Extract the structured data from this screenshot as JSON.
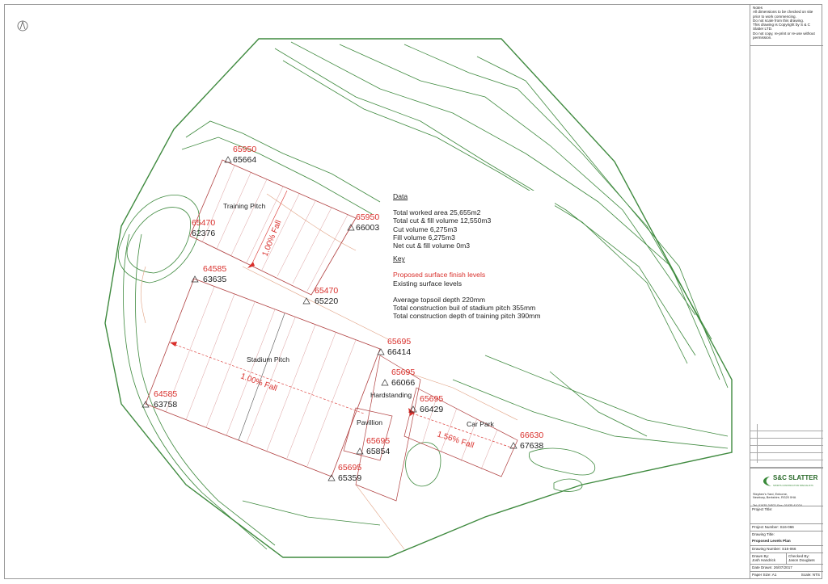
{
  "notes": {
    "title": "Notes",
    "lines": [
      "All dimensions to be checked on site prior to work commencing.",
      "Do not scale from this drawing.",
      "This drawing is Copyright by S & C Slatter LTD.",
      "Do not copy, re-print or re-use without permission."
    ]
  },
  "company": {
    "name": "S&C SLATTER",
    "tagline": "SPORTS CONSTRUCTION SPECIALISTS",
    "address": "Stephen's Yard, Enborne, Newbury, Berkshire, RG20 0HA",
    "contact": "Tel: 01635 34521 Fax: 01635 41024",
    "brand_color": "#3a8a3a"
  },
  "title_block": {
    "project_title_label": "Project Title:",
    "project_number": "Project Number: S16-066",
    "drawing_title_label": "Drawing Title:",
    "drawing_title": "Proposed Levels Plan",
    "drawing_number": "Drawing Number: S16-066",
    "drawn_by_label": "Drawn By:",
    "drawn_by": "Josh Handrick",
    "checked_by_label": "Checked By:",
    "checked_by": "Jason Douglass",
    "date_drawn": "Date Drawn: 26/07/2017",
    "paper_size": "Paper Size: A1",
    "scale": "Scale: NTS"
  },
  "data_box": {
    "data_heading": "Data",
    "data_lines": [
      "Total worked area 25,655m2",
      "Total cut & fill volume 12,550m3",
      "Cut volume 6,275m3",
      "Fill volume 6,275m3",
      "Net cut & fill volume 0m3"
    ],
    "key_heading": "Key",
    "key_proposed": "Proposed surface finish levels",
    "key_existing": "Existing surface levels",
    "extra_lines": [
      "Average topsoil depth 220mm",
      "Total construction buil of stadium pitch 355mm",
      "Total construction depth of training pitch 390mm"
    ]
  },
  "areas": {
    "training_pitch": "Training Pitch",
    "stadium_pitch": "Stadium Pitch",
    "hardstanding": "Hardstanding",
    "pavilion": "Pavillion",
    "car_park": "Car Park"
  },
  "falls": {
    "training": "1.00% Fall",
    "stadium": "1.00% Fall",
    "car_park": "1.56% Fall"
  },
  "levels": [
    {
      "proposed": "65950",
      "existing": "65664"
    },
    {
      "proposed": "65950",
      "existing": "66003"
    },
    {
      "proposed": "65470",
      "existing": "62376"
    },
    {
      "proposed": "64585",
      "existing": "63635"
    },
    {
      "proposed": "65470",
      "existing": "65220"
    },
    {
      "proposed": "65695",
      "existing": "66414"
    },
    {
      "proposed": "65695",
      "existing": "66066"
    },
    {
      "proposed": "65695",
      "existing": "66429"
    },
    {
      "proposed": "64585",
      "existing": "63758"
    },
    {
      "proposed": "65695",
      "existing": "65854"
    },
    {
      "proposed": "65695",
      "existing": "65359"
    },
    {
      "proposed": "66630",
      "existing": "67638"
    }
  ],
  "colors": {
    "proposed": "#d9302c",
    "existing": "#222222",
    "contour": "#3f8a3f",
    "proposed_contour": "#e0a080"
  }
}
